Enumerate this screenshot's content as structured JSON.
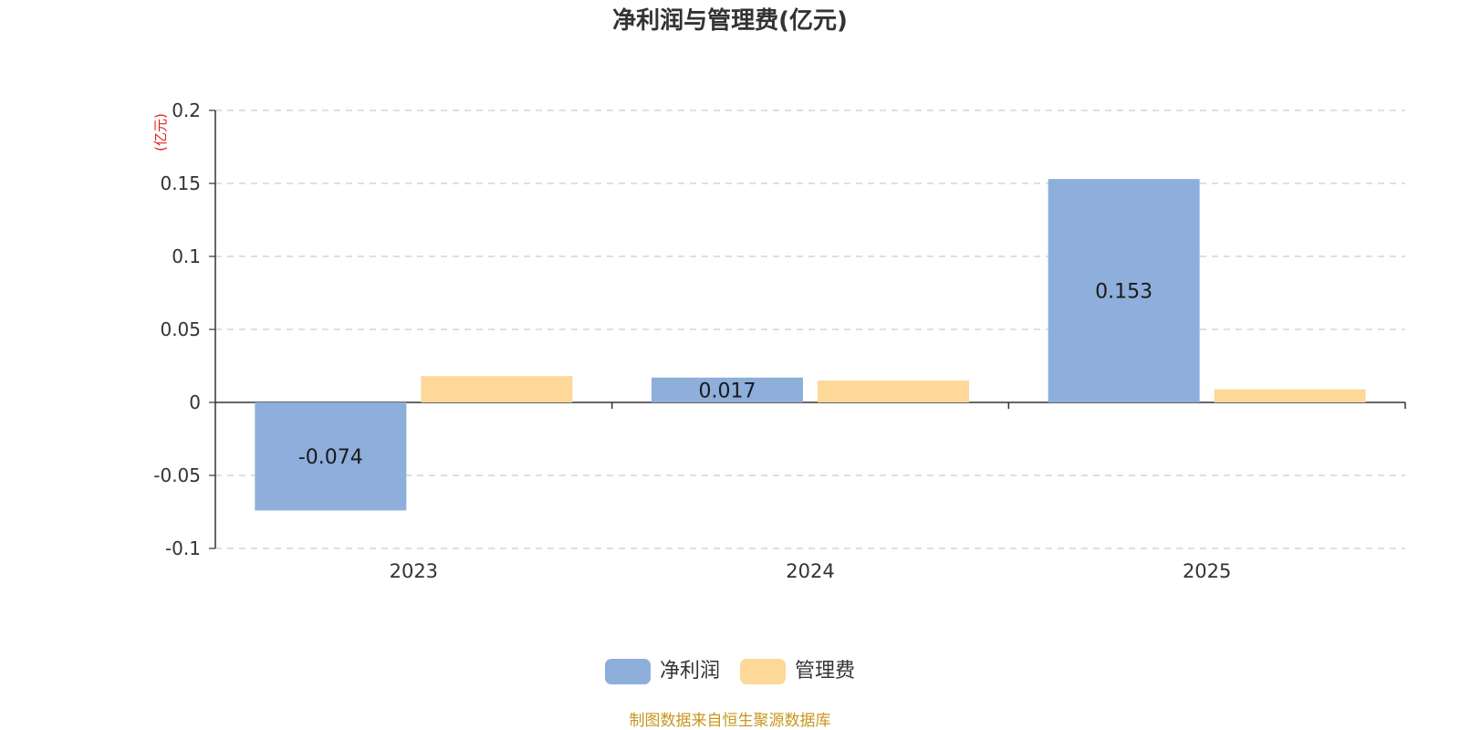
{
  "chart_data": {
    "type": "bar",
    "title": "净利润与管理费(亿元)",
    "ylabel": "(亿元)",
    "xlabel": "",
    "categories": [
      "2023",
      "2024",
      "2025"
    ],
    "series": [
      {
        "name": "净利润",
        "values": [
          -0.074,
          0.017,
          0.153
        ],
        "labels": [
          "-0.074",
          "0.017",
          "0.153"
        ],
        "color": "#8eaedb"
      },
      {
        "name": "管理费",
        "values": [
          0.018,
          0.015,
          0.009
        ],
        "labels": [
          "",
          "",
          ""
        ],
        "color": "#fdd899"
      }
    ],
    "ylim": [
      -0.1,
      0.2
    ],
    "yticks": [
      {
        "value": 0.2,
        "label": "0.2"
      },
      {
        "value": 0.15,
        "label": "0.15"
      },
      {
        "value": 0.1,
        "label": "0.1"
      },
      {
        "value": 0.05,
        "label": "0.05"
      },
      {
        "value": 0,
        "label": "0"
      },
      {
        "value": -0.05,
        "label": "-0.05"
      },
      {
        "value": -0.1,
        "label": "-0.1"
      }
    ],
    "grid": true,
    "legend_position": "bottom-center",
    "source": "制图数据来自恒生聚源数据库"
  }
}
